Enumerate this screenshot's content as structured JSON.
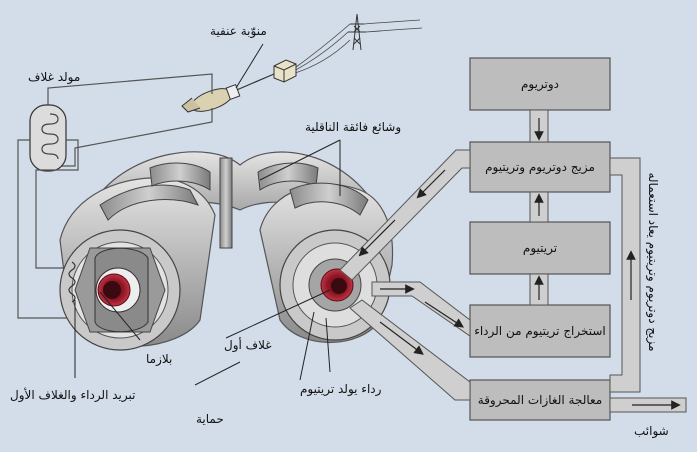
{
  "colors": {
    "background": "#d2dde9",
    "box_fill": "#bdbdbd",
    "box_stroke": "#555555",
    "torus_light": "#d6d6d6",
    "torus_mid": "#a8a8a8",
    "torus_dark": "#6e6e6e",
    "plasma": "#9e1b2a"
  },
  "labels": {
    "magnetic_coil": "منوّبة عنفية",
    "blanket_generator": "مولد غلاف",
    "superconducting_coils": "وشائع فائقة الناقلية",
    "first_wall": "غلاف أول",
    "plasma": "بلازما",
    "cooling": "تبريد الرداء والغلاف الأول",
    "shield": "حماية",
    "tritium_blanket": "رداء يولد تريتيوم",
    "impurities": "شوائب",
    "recycled_mix": "مزيج دوتريوم وتريتيوم يعاد استعماله"
  },
  "boxes": {
    "deuterium": "دوتريوم",
    "mix": "مزيج دوتريوم وتريتيوم",
    "tritium": "تريتيوم",
    "extraction": "استخراج تريتيوم من الرداء",
    "exhaust": "معالجة الغازات المحروقة"
  }
}
